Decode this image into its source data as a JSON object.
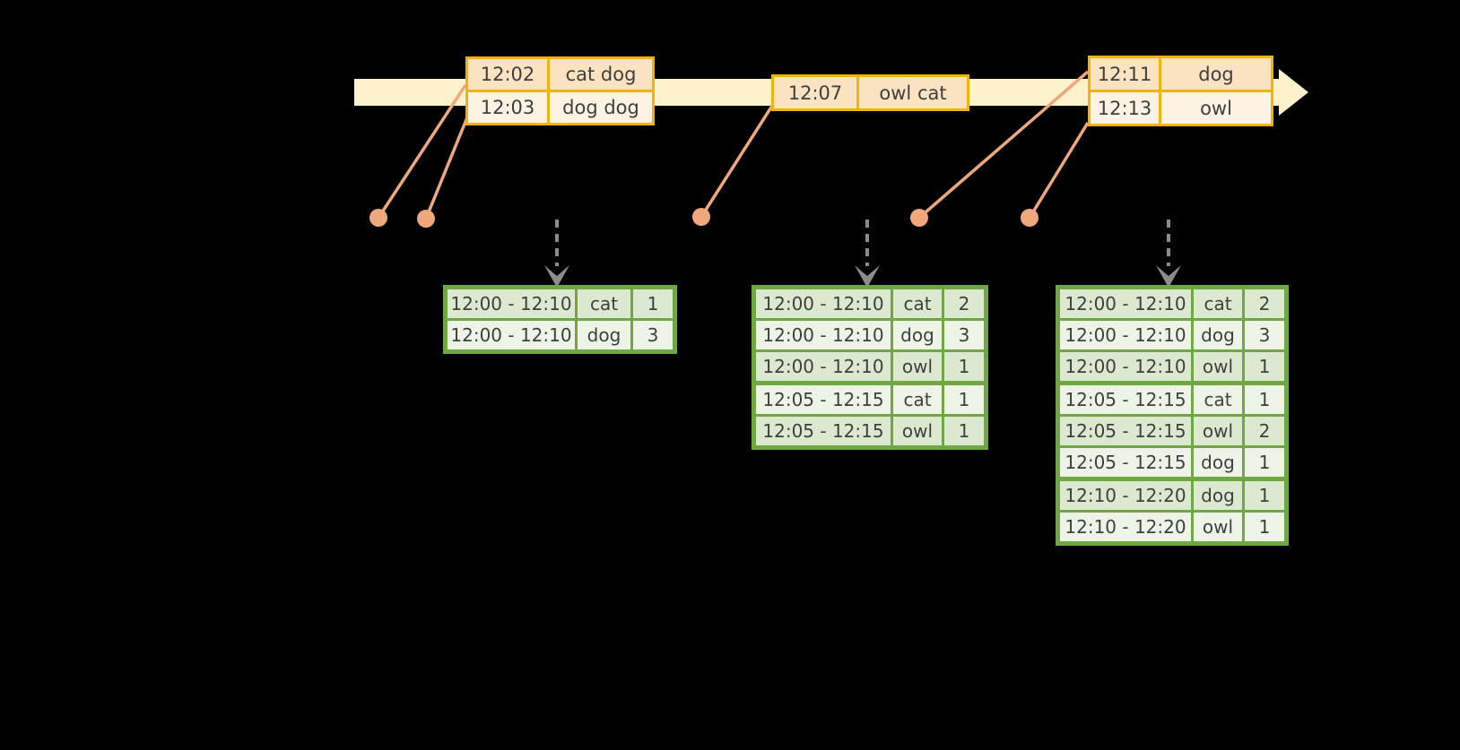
{
  "colors": {
    "background": "#000000",
    "timeline_band": "#fdf2cb",
    "event_table_border": "#f0b410",
    "event_row_dark": "#fbe2c1",
    "event_row_light": "#fdf3e2",
    "result_table_border": "#6fa843",
    "result_row_dark": "#dce8cf",
    "result_row_light": "#eef3e7",
    "connector_dots_lines": "#efa87c",
    "trigger_arrow": "#8c8c8c",
    "text": "#3f3f3f"
  },
  "timeline": {
    "event_tables": [
      {
        "rows": [
          [
            "12:02",
            "cat dog"
          ],
          [
            "12:03",
            "dog dog"
          ]
        ]
      },
      {
        "rows": [
          [
            "12:07",
            "owl cat"
          ]
        ]
      },
      {
        "rows": [
          [
            "12:11",
            "dog"
          ],
          [
            "12:13",
            "owl"
          ]
        ]
      }
    ]
  },
  "result_tables": [
    {
      "rows": [
        [
          "12:00 - 12:10",
          "cat",
          "1"
        ],
        [
          "12:00 - 12:10",
          "dog",
          "3"
        ]
      ]
    },
    {
      "rows": [
        [
          "12:00 - 12:10",
          "cat",
          "2"
        ],
        [
          "12:00 - 12:10",
          "dog",
          "3"
        ],
        [
          "12:00 - 12:10",
          "owl",
          "1"
        ],
        [
          "12:05 - 12:15",
          "cat",
          "1"
        ],
        [
          "12:05 - 12:15",
          "owl",
          "1"
        ]
      ]
    },
    {
      "rows": [
        [
          "12:00 - 12:10",
          "cat",
          "2"
        ],
        [
          "12:00 - 12:10",
          "dog",
          "3"
        ],
        [
          "12:00 - 12:10",
          "owl",
          "1"
        ],
        [
          "12:05 - 12:15",
          "cat",
          "1"
        ],
        [
          "12:05 - 12:15",
          "owl",
          "2"
        ],
        [
          "12:05 - 12:15",
          "dog",
          "1"
        ],
        [
          "12:10 - 12:20",
          "dog",
          "1"
        ],
        [
          "12:10 - 12:20",
          "owl",
          "1"
        ]
      ]
    }
  ]
}
